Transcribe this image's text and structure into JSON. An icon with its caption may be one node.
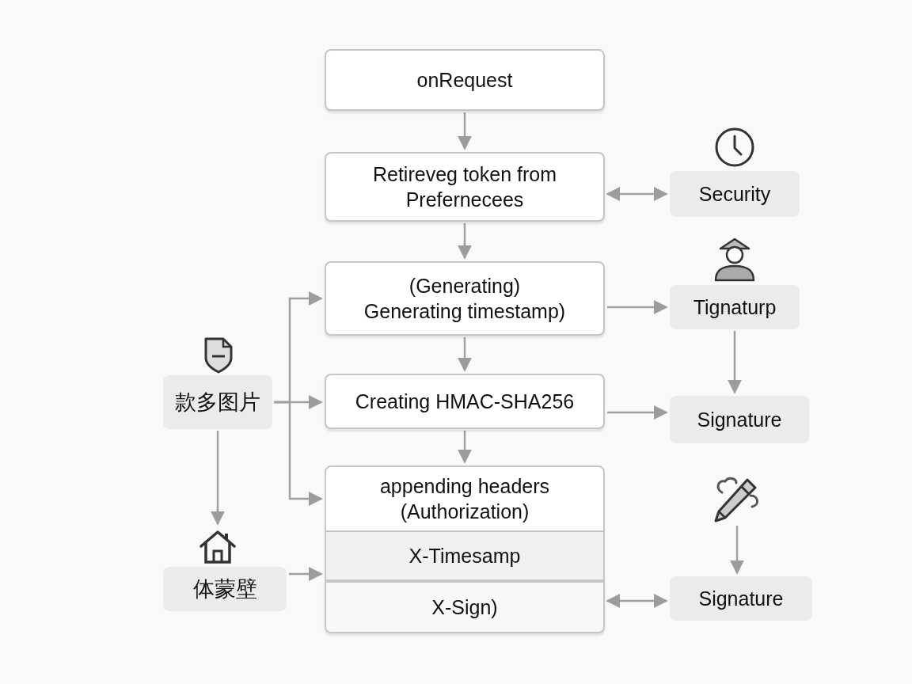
{
  "diagram": {
    "nodes": [
      {
        "text": [
          "onRequest"
        ]
      },
      {
        "text": [
          "Retireveg token from Prefernecees"
        ]
      },
      {
        "text": [
          "Security"
        ]
      },
      {
        "text": [
          "(Generating) Generating timestamp)"
        ]
      },
      {
        "text": [
          "Tignaturp"
        ]
      },
      {
        "text": [
          "款多图片"
        ]
      },
      {
        "text": [
          "Creating HMAC-SHA256"
        ]
      },
      {
        "text": [
          "Signature"
        ]
      },
      {
        "text": [
          "appending headers (Authorization)"
        ]
      },
      {
        "text": [],
        "shape": "picture"
      },
      {
        "text": [
          "X-Timesamp"
        ]
      },
      {
        "text": [
          "体蒙壁"
        ]
      },
      {
        "text": [
          "X-Sign)"
        ]
      },
      {
        "text": [
          "Signature"
        ]
      }
    ],
    "edges": [
      {
        "from": 0,
        "to": 1,
        "arrow": "to"
      },
      {
        "from": 1,
        "to": 2,
        "arrow": "both"
      },
      {
        "from": 1,
        "to": 3,
        "arrow": "to"
      },
      {
        "from": 3,
        "to": 4,
        "arrow": "to"
      },
      {
        "from": 4,
        "to": 7,
        "arrow": "to"
      },
      {
        "from": 3,
        "to": 6,
        "arrow": "to"
      },
      {
        "from": 6,
        "to": 7,
        "arrow": "to"
      },
      {
        "from": 6,
        "to": 8,
        "arrow": "to"
      },
      {
        "from": 5,
        "to": 3,
        "arrow": "to"
      },
      {
        "from": 5,
        "to": 6,
        "arrow": "to"
      },
      {
        "from": 5,
        "to": 8,
        "arrow": "to"
      },
      {
        "from": 5,
        "to": 11,
        "arrow": "to"
      },
      {
        "from": 11,
        "to": 10,
        "arrow": "to"
      },
      {
        "from": 9,
        "to": 13,
        "arrow": "to"
      },
      {
        "from": 12,
        "to": 13,
        "arrow": "both"
      }
    ]
  }
}
